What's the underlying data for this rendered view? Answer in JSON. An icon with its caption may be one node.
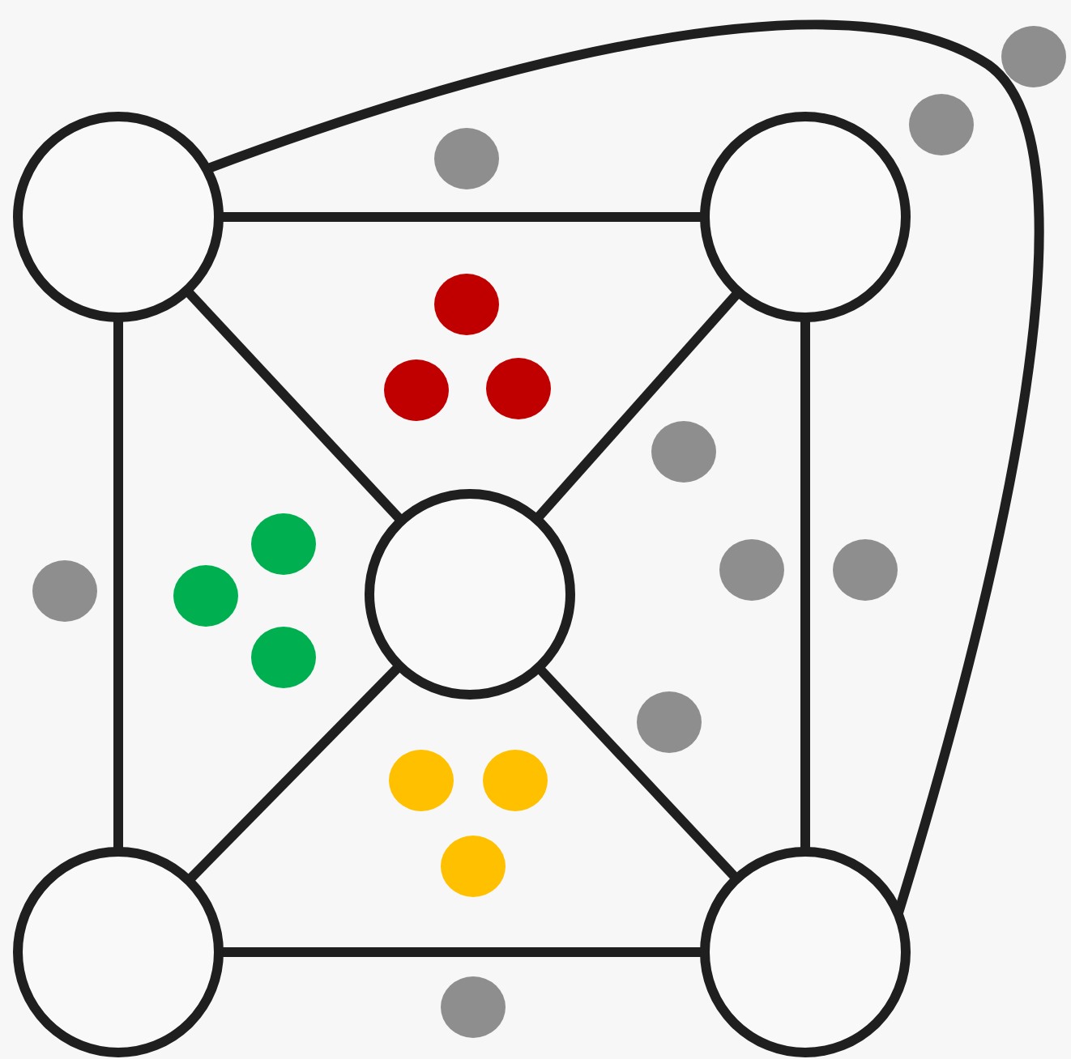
{
  "diagram": {
    "nodes": [
      {
        "text": [],
        "shape": "circle"
      },
      {
        "text": [],
        "shape": "circle"
      },
      {
        "text": [],
        "shape": "circle"
      },
      {
        "text": [],
        "shape": "circle"
      },
      {
        "text": [],
        "shape": "circle"
      }
    ],
    "edges": [
      {
        "from": 0,
        "to": 1,
        "arrow": "none"
      },
      {
        "from": 0,
        "to": 2,
        "arrow": "none"
      },
      {
        "from": 1,
        "to": 2,
        "arrow": "none"
      },
      {
        "from": 0,
        "to": 3,
        "arrow": "none"
      },
      {
        "from": 1,
        "to": 4,
        "arrow": "none"
      },
      {
        "from": 2,
        "to": 3,
        "arrow": "none"
      },
      {
        "from": 2,
        "to": 4,
        "arrow": "none"
      },
      {
        "from": 3,
        "to": 4,
        "arrow": "none"
      },
      {
        "from": 0,
        "to": 4,
        "arrow": "none"
      }
    ]
  }
}
